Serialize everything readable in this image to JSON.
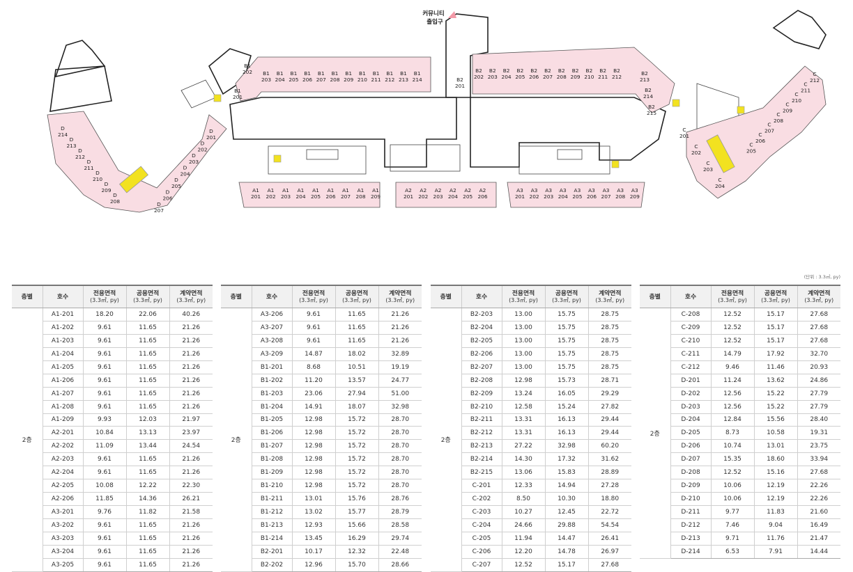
{
  "entrance_label": [
    "커뮤니티",
    "출입구"
  ],
  "unit_note": "(단위 : 3.3㎡, py)",
  "table_headers": {
    "floor": "층별",
    "unit": "호수",
    "exclusive": [
      "전용면적",
      "(3.3㎡, py)"
    ],
    "common": [
      "공용면적",
      "(3.3㎡, py)"
    ],
    "contract": [
      "계약면적",
      "(3.3㎡, py)"
    ]
  },
  "plan_labels": {
    "a1": [
      [
        "A1",
        "201"
      ],
      [
        "A1",
        "202"
      ],
      [
        "A1",
        "203"
      ],
      [
        "A1",
        "204"
      ],
      [
        "A1",
        "205"
      ],
      [
        "A1",
        "206"
      ],
      [
        "A1",
        "207"
      ],
      [
        "A1",
        "208"
      ],
      [
        "A1",
        "209"
      ]
    ],
    "a2": [
      [
        "A2",
        "201"
      ],
      [
        "A2",
        "202"
      ],
      [
        "A2",
        "203"
      ],
      [
        "A2",
        "204"
      ],
      [
        "A2",
        "205"
      ],
      [
        "A2",
        "206"
      ]
    ],
    "a3": [
      [
        "A3",
        "201"
      ],
      [
        "A3",
        "202"
      ],
      [
        "A3",
        "203"
      ],
      [
        "A3",
        "204"
      ],
      [
        "A3",
        "205"
      ],
      [
        "A3",
        "206"
      ],
      [
        "A3",
        "207"
      ],
      [
        "A3",
        "208"
      ],
      [
        "A3",
        "209"
      ]
    ],
    "b1": [
      [
        "B1",
        "203"
      ],
      [
        "B1",
        "204"
      ],
      [
        "B1",
        "205"
      ],
      [
        "B1",
        "206"
      ],
      [
        "B1",
        "207"
      ],
      [
        "B1",
        "208"
      ],
      [
        "B1",
        "209"
      ],
      [
        "B1",
        "210"
      ],
      [
        "B1",
        "211"
      ],
      [
        "B1",
        "212"
      ],
      [
        "B1",
        "213"
      ],
      [
        "B1",
        "214"
      ]
    ],
    "b1_left": [
      [
        "B1",
        "202"
      ],
      [
        "B1",
        "201"
      ]
    ],
    "b2": [
      [
        "B2",
        "202"
      ],
      [
        "B2",
        "203"
      ],
      [
        "B2",
        "204"
      ],
      [
        "B2",
        "205"
      ],
      [
        "B2",
        "206"
      ],
      [
        "B2",
        "207"
      ],
      [
        "B2",
        "208"
      ],
      [
        "B2",
        "209"
      ],
      [
        "B2",
        "210"
      ],
      [
        "B2",
        "211"
      ],
      [
        "B2",
        "212"
      ]
    ],
    "b2_first": [
      "B2",
      "201"
    ],
    "b2_right": [
      [
        "B2",
        "213"
      ],
      [
        "B2",
        "214"
      ],
      [
        "B2",
        "215"
      ]
    ],
    "c_arm": [
      [
        "C",
        "212"
      ],
      [
        "C",
        "211"
      ],
      [
        "C",
        "210"
      ],
      [
        "C",
        "209"
      ],
      [
        "C",
        "208"
      ],
      [
        "C",
        "207"
      ],
      [
        "C",
        "206"
      ],
      [
        "C",
        "205"
      ]
    ],
    "c_low": [
      [
        "C",
        "201"
      ],
      [
        "C",
        "202"
      ],
      [
        "C",
        "203"
      ],
      [
        "C",
        "204"
      ]
    ],
    "d_upper": [
      [
        "D",
        "201"
      ],
      [
        "D",
        "202"
      ],
      [
        "D",
        "203"
      ],
      [
        "D",
        "204"
      ],
      [
        "D",
        "205"
      ],
      [
        "D",
        "206"
      ],
      [
        "D",
        "207"
      ]
    ],
    "d_lower": [
      [
        "D",
        "208"
      ],
      [
        "D",
        "209"
      ],
      [
        "D",
        "210"
      ],
      [
        "D",
        "211"
      ],
      [
        "D",
        "212"
      ],
      [
        "D",
        "213"
      ],
      [
        "D",
        "214"
      ]
    ]
  },
  "tables": [
    {
      "floor": "2층",
      "rows": [
        [
          "A1-201",
          "18.20",
          "22.06",
          "40.26"
        ],
        [
          "A1-202",
          "9.61",
          "11.65",
          "21.26"
        ],
        [
          "A1-203",
          "9.61",
          "11.65",
          "21.26"
        ],
        [
          "A1-204",
          "9.61",
          "11.65",
          "21.26"
        ],
        [
          "A1-205",
          "9.61",
          "11.65",
          "21.26"
        ],
        [
          "A1-206",
          "9.61",
          "11.65",
          "21.26"
        ],
        [
          "A1-207",
          "9.61",
          "11.65",
          "21.26"
        ],
        [
          "A1-208",
          "9.61",
          "11.65",
          "21.26"
        ],
        [
          "A1-209",
          "9.93",
          "12.03",
          "21.97"
        ],
        [
          "A2-201",
          "10.84",
          "13.13",
          "23.97"
        ],
        [
          "A2-202",
          "11.09",
          "13.44",
          "24.54"
        ],
        [
          "A2-203",
          "9.61",
          "11.65",
          "21.26"
        ],
        [
          "A2-204",
          "9.61",
          "11.65",
          "21.26"
        ],
        [
          "A2-205",
          "10.08",
          "12.22",
          "22.30"
        ],
        [
          "A2-206",
          "11.85",
          "14.36",
          "26.21"
        ],
        [
          "A3-201",
          "9.76",
          "11.82",
          "21.58"
        ],
        [
          "A3-202",
          "9.61",
          "11.65",
          "21.26"
        ],
        [
          "A3-203",
          "9.61",
          "11.65",
          "21.26"
        ],
        [
          "A3-204",
          "9.61",
          "11.65",
          "21.26"
        ],
        [
          "A3-205",
          "9.61",
          "11.65",
          "21.26"
        ]
      ]
    },
    {
      "floor": "2층",
      "rows": [
        [
          "A3-206",
          "9.61",
          "11.65",
          "21.26"
        ],
        [
          "A3-207",
          "9.61",
          "11.65",
          "21.26"
        ],
        [
          "A3-208",
          "9.61",
          "11.65",
          "21.26"
        ],
        [
          "A3-209",
          "14.87",
          "18.02",
          "32.89"
        ],
        [
          "B1-201",
          "8.68",
          "10.51",
          "19.19"
        ],
        [
          "B1-202",
          "11.20",
          "13.57",
          "24.77"
        ],
        [
          "B1-203",
          "23.06",
          "27.94",
          "51.00"
        ],
        [
          "B1-204",
          "14.91",
          "18.07",
          "32.98"
        ],
        [
          "B1-205",
          "12.98",
          "15.72",
          "28.70"
        ],
        [
          "B1-206",
          "12.98",
          "15.72",
          "28.70"
        ],
        [
          "B1-207",
          "12.98",
          "15.72",
          "28.70"
        ],
        [
          "B1-208",
          "12.98",
          "15.72",
          "28.70"
        ],
        [
          "B1-209",
          "12.98",
          "15.72",
          "28.70"
        ],
        [
          "B1-210",
          "12.98",
          "15.72",
          "28.70"
        ],
        [
          "B1-211",
          "13.01",
          "15.76",
          "28.76"
        ],
        [
          "B1-212",
          "13.02",
          "15.77",
          "28.79"
        ],
        [
          "B1-213",
          "12.93",
          "15.66",
          "28.58"
        ],
        [
          "B1-214",
          "13.45",
          "16.29",
          "29.74"
        ],
        [
          "B2-201",
          "10.17",
          "12.32",
          "22.48"
        ],
        [
          "B2-202",
          "12.96",
          "15.70",
          "28.66"
        ]
      ]
    },
    {
      "floor": "2층",
      "rows": [
        [
          "B2-203",
          "13.00",
          "15.75",
          "28.75"
        ],
        [
          "B2-204",
          "13.00",
          "15.75",
          "28.75"
        ],
        [
          "B2-205",
          "13.00",
          "15.75",
          "28.75"
        ],
        [
          "B2-206",
          "13.00",
          "15.75",
          "28.75"
        ],
        [
          "B2-207",
          "13.00",
          "15.75",
          "28.75"
        ],
        [
          "B2-208",
          "12.98",
          "15.73",
          "28.71"
        ],
        [
          "B2-209",
          "13.24",
          "16.05",
          "29.29"
        ],
        [
          "B2-210",
          "12.58",
          "15.24",
          "27.82"
        ],
        [
          "B2-211",
          "13.31",
          "16.13",
          "29.44"
        ],
        [
          "B2-212",
          "13.31",
          "16.13",
          "29.44"
        ],
        [
          "B2-213",
          "27.22",
          "32.98",
          "60.20"
        ],
        [
          "B2-214",
          "14.30",
          "17.32",
          "31.62"
        ],
        [
          "B2-215",
          "13.06",
          "15.83",
          "28.89"
        ],
        [
          "C-201",
          "12.33",
          "14.94",
          "27.28"
        ],
        [
          "C-202",
          "8.50",
          "10.30",
          "18.80"
        ],
        [
          "C-203",
          "10.27",
          "12.45",
          "22.72"
        ],
        [
          "C-204",
          "24.66",
          "29.88",
          "54.54"
        ],
        [
          "C-205",
          "11.94",
          "14.47",
          "26.41"
        ],
        [
          "C-206",
          "12.20",
          "14.78",
          "26.97"
        ],
        [
          "C-207",
          "12.52",
          "15.17",
          "27.68"
        ]
      ]
    },
    {
      "floor": "2층",
      "rows": [
        [
          "C-208",
          "12.52",
          "15.17",
          "27.68"
        ],
        [
          "C-209",
          "12.52",
          "15.17",
          "27.68"
        ],
        [
          "C-210",
          "12.52",
          "15.17",
          "27.68"
        ],
        [
          "C-211",
          "14.79",
          "17.92",
          "32.70"
        ],
        [
          "C-212",
          "9.46",
          "11.46",
          "20.93"
        ],
        [
          "D-201",
          "11.24",
          "13.62",
          "24.86"
        ],
        [
          "D-202",
          "12.56",
          "15.22",
          "27.79"
        ],
        [
          "D-203",
          "12.56",
          "15.22",
          "27.79"
        ],
        [
          "D-204",
          "12.84",
          "15.56",
          "28.40"
        ],
        [
          "D-205",
          "8.73",
          "10.58",
          "19.31"
        ],
        [
          "D-206",
          "10.74",
          "13.01",
          "23.75"
        ],
        [
          "D-207",
          "15.35",
          "18.60",
          "33.94"
        ],
        [
          "D-208",
          "12.52",
          "15.16",
          "27.68"
        ],
        [
          "D-209",
          "10.06",
          "12.19",
          "22.26"
        ],
        [
          "D-210",
          "10.06",
          "12.19",
          "22.26"
        ],
        [
          "D-211",
          "9.77",
          "11.83",
          "21.60"
        ],
        [
          "D-212",
          "7.46",
          "9.04",
          "16.49"
        ],
        [
          "D-213",
          "9.71",
          "11.76",
          "21.47"
        ],
        [
          "D-214",
          "6.53",
          "7.91",
          "14.44"
        ]
      ]
    }
  ]
}
